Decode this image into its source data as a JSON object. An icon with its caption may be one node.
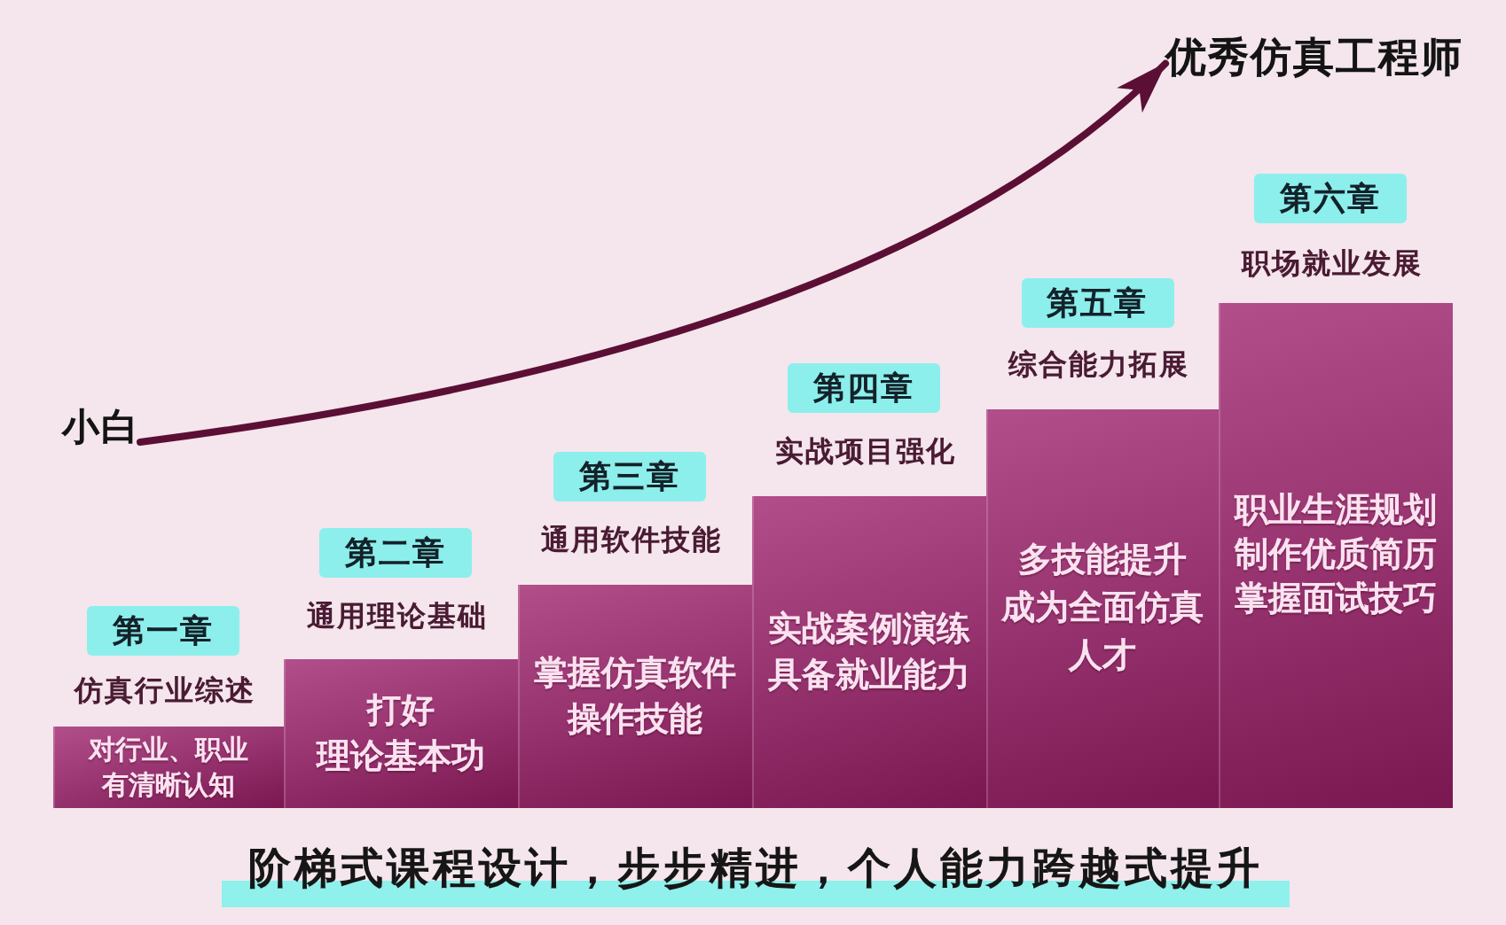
{
  "diagram": {
    "caption": "阶梯式课程设计，步步精进，个人能力跨越式提升",
    "nodes": [
      {
        "text": [
          "小白"
        ]
      },
      {
        "text": [
          "优秀仿真工程师"
        ]
      },
      {
        "text": [
          "第一章"
        ],
        "beside": [
          "仿真行业综述"
        ]
      },
      {
        "text": [
          "对行业、职业有清晰认知"
        ]
      },
      {
        "text": [
          "第二章"
        ],
        "beside": [
          "通用理论基础"
        ]
      },
      {
        "text": [
          "打好理论基本功"
        ]
      },
      {
        "text": [
          "第三章"
        ],
        "beside": [
          "通用软件技能"
        ]
      },
      {
        "text": [
          "掌握仿真软件操作技能"
        ]
      },
      {
        "text": [
          "第四章"
        ],
        "beside": [
          "实战项目强化"
        ]
      },
      {
        "text": [
          "实战案例演练具备就业能力"
        ]
      },
      {
        "text": [
          "第五章"
        ],
        "beside": [
          "综合能力拓展"
        ]
      },
      {
        "text": [
          "多技能提升成为全面仿真人才"
        ]
      },
      {
        "text": [
          "第六章"
        ],
        "beside": [
          "职场就业发展"
        ]
      },
      {
        "text": [
          "职业生涯规划制作优质简历掌握面试技巧"
        ]
      }
    ],
    "edges": [
      {
        "from": 0,
        "to": 1,
        "arrow": "to"
      }
    ]
  }
}
